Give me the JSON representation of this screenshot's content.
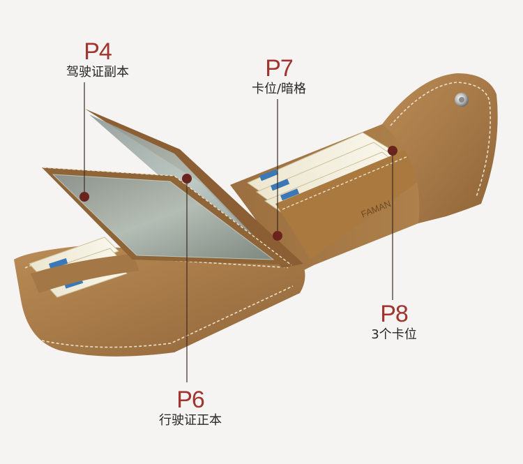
{
  "colors": {
    "accent": "#a0342e",
    "leather": "#a67a46",
    "background": "#f6f4f3"
  },
  "brand": "FAMAN",
  "callouts": [
    {
      "code": "P4",
      "desc": "驾驶证副本"
    },
    {
      "code": "P7",
      "desc": "卡位/暗格"
    },
    {
      "code": "P8",
      "desc": "3个卡位"
    },
    {
      "code": "P6",
      "desc": "行驶证正本"
    }
  ]
}
